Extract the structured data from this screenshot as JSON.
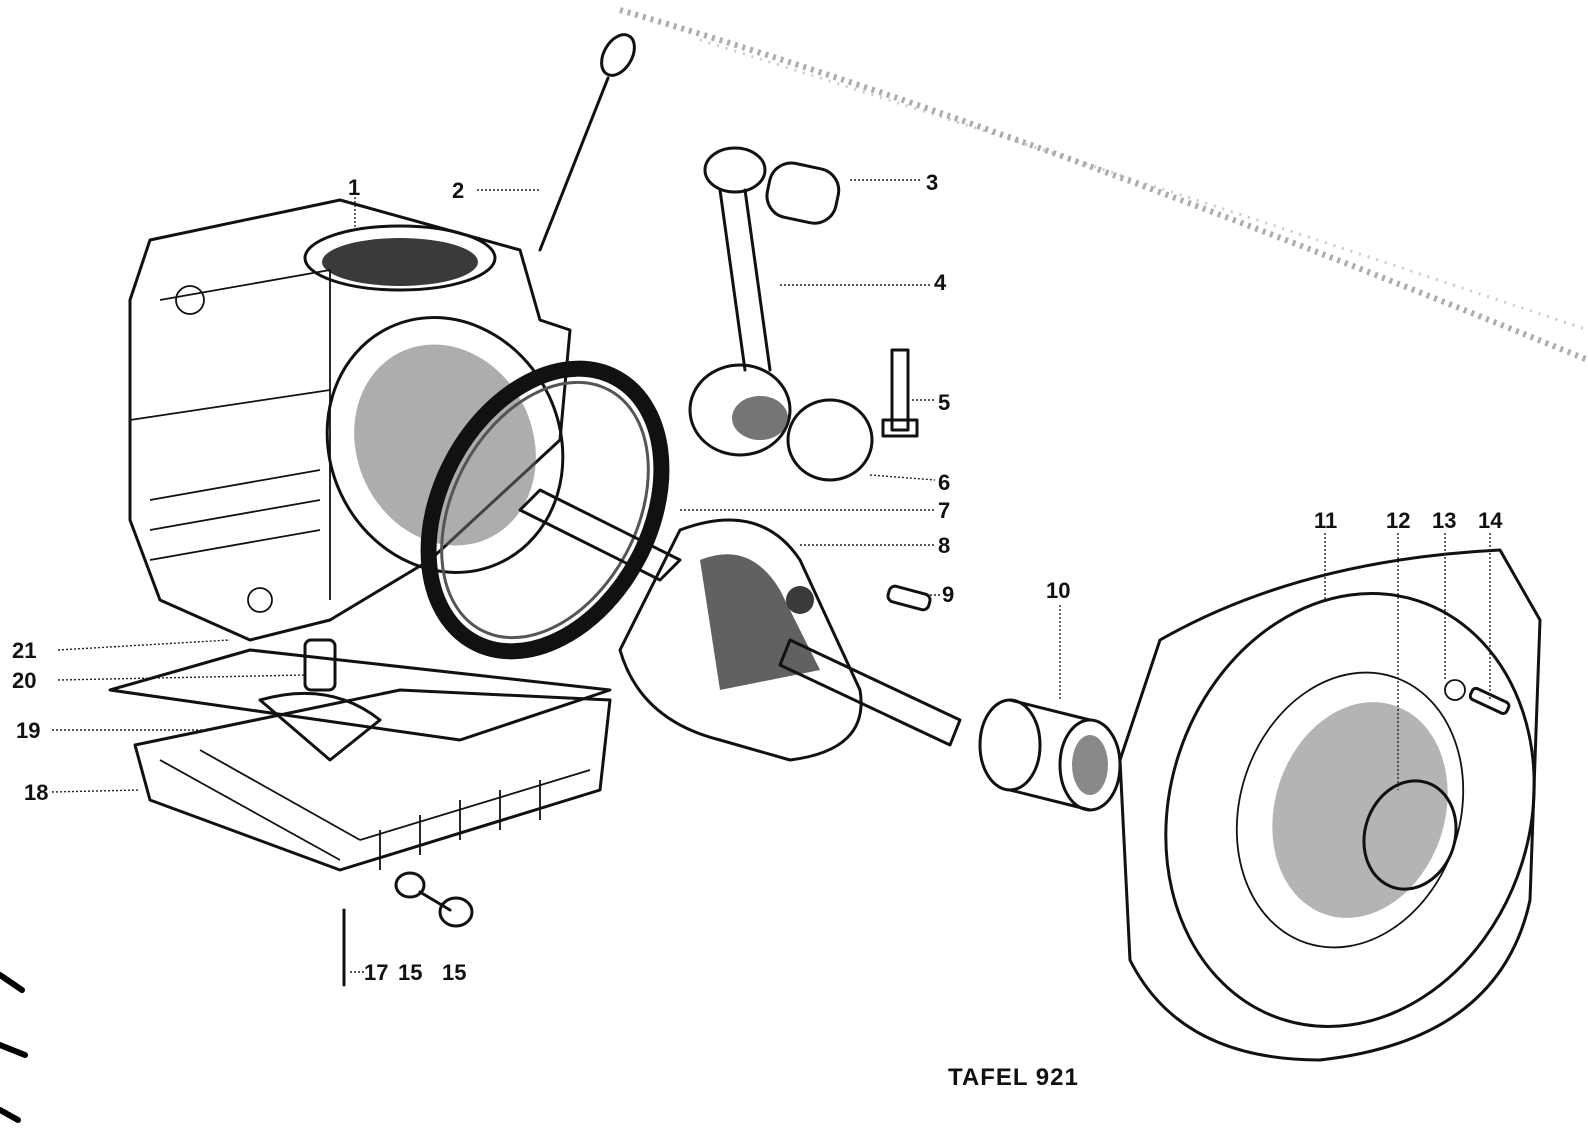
{
  "plate_title": "TAFEL 921",
  "callouts": [
    {
      "id": "1",
      "label": "1"
    },
    {
      "id": "2",
      "label": "2"
    },
    {
      "id": "3",
      "label": "3"
    },
    {
      "id": "4",
      "label": "4"
    },
    {
      "id": "5",
      "label": "5"
    },
    {
      "id": "6",
      "label": "6"
    },
    {
      "id": "7",
      "label": "7"
    },
    {
      "id": "8",
      "label": "8"
    },
    {
      "id": "9",
      "label": "9"
    },
    {
      "id": "10",
      "label": "10"
    },
    {
      "id": "11",
      "label": "11"
    },
    {
      "id": "12",
      "label": "12"
    },
    {
      "id": "13",
      "label": "13"
    },
    {
      "id": "14",
      "label": "14"
    },
    {
      "id": "15a",
      "label": "15"
    },
    {
      "id": "15b",
      "label": "15"
    },
    {
      "id": "17",
      "label": "17"
    },
    {
      "id": "18",
      "label": "18"
    },
    {
      "id": "19",
      "label": "19"
    },
    {
      "id": "20",
      "label": "20"
    },
    {
      "id": "21",
      "label": "21"
    }
  ]
}
